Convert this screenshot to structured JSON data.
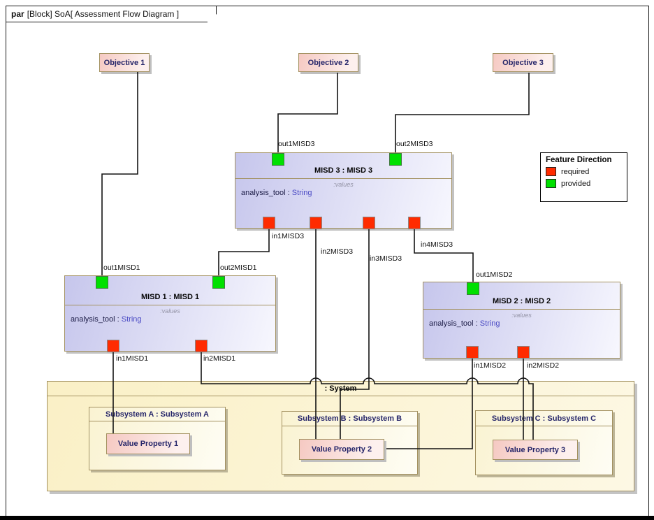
{
  "frame": {
    "keyword": "par",
    "title": "[Block] SoA[ Assessment Flow Diagram ]"
  },
  "objectives": {
    "obj1": "Objective 1",
    "obj2": "Objective 2",
    "obj3": "Objective 3"
  },
  "legend": {
    "title": "Feature Direction",
    "items": [
      {
        "label": "required",
        "color": "#ff2b00"
      },
      {
        "label": "provided",
        "color": "#00e000"
      }
    ]
  },
  "strings": {
    "attr_separator": " : "
  },
  "misd1": {
    "title": "MISD 1 : MISD 1",
    "values_caption": ":values",
    "attribute_name": "analysis_tool",
    "attribute_type": "String",
    "ports": {
      "out1": "out1MISD1",
      "out2": "out2MISD1",
      "in1": "in1MISD1",
      "in2": "in2MISD1"
    }
  },
  "misd2": {
    "title": "MISD 2 : MISD 2",
    "values_caption": ":values",
    "attribute_name": "analysis_tool",
    "attribute_type": "String",
    "ports": {
      "out1": "out1MISD2",
      "in1": "in1MISD2",
      "in2": "in2MISD2"
    }
  },
  "misd3": {
    "title": "MISD 3 : MISD 3",
    "values_caption": ":values",
    "attribute_name": "analysis_tool",
    "attribute_type": "String",
    "ports": {
      "out1": "out1MISD3",
      "out2": "out2MISD3",
      "in1": "in1MISD3",
      "in2": "in2MISD3",
      "in3": "in3MISD3",
      "in4": "in4MISD3"
    }
  },
  "system": {
    "title": ": System",
    "subsystems": {
      "a": {
        "title": "Subsystem A : Subsystem A",
        "value_property": "Value Property 1"
      },
      "b": {
        "title": "Subsystem B : Subsystem B",
        "value_property": "Value Property 2"
      },
      "c": {
        "title": "Subsystem C : Subsystem C",
        "value_property": "Value Property 3"
      }
    }
  },
  "colors": {
    "provided": "#00e000",
    "required": "#ff2b00",
    "connector": "#131313",
    "block_border": "#a39160"
  }
}
